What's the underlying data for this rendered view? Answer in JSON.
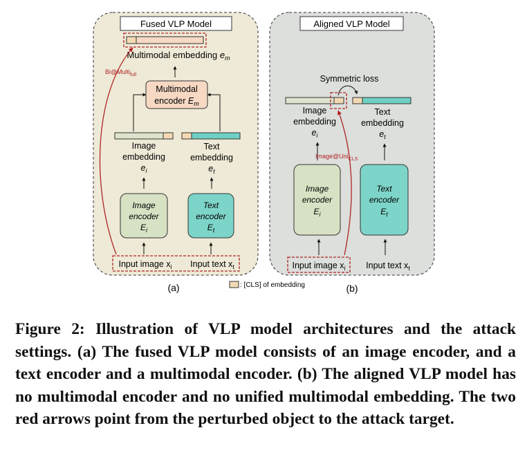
{
  "panel_a": {
    "title": "Fused VLP Model",
    "sublabel": "(a)",
    "multimodal_embedding": "Multimodal embedding",
    "multimodal_embedding_symbol": "e",
    "multimodal_embedding_sub": "m",
    "multimodal_encoder_line1": "Multimodal",
    "multimodal_encoder_line2": "encoder",
    "multimodal_encoder_symbol": "E",
    "multimodal_encoder_sub": "m",
    "image_embedding_line1": "Image",
    "image_embedding_line2": "embedding",
    "image_embedding_symbol": "e",
    "image_embedding_sub": "i",
    "text_embedding_line1": "Text",
    "text_embedding_line2": "embedding",
    "text_embedding_symbol": "e",
    "text_embedding_sub": "t",
    "image_encoder_line1": "Image",
    "image_encoder_line2": "encoder",
    "image_encoder_symbol": "E",
    "image_encoder_sub": "i",
    "text_encoder_line1": "Text",
    "text_encoder_line2": "encoder",
    "text_encoder_symbol": "E",
    "text_encoder_sub": "t",
    "input_image": "Input image x",
    "input_image_sub": "i",
    "input_text": "Input text x",
    "input_text_sub": "t",
    "attack_label": "Bi@Multi",
    "attack_label_sub": "full"
  },
  "panel_b": {
    "title": "Aligned VLP Model",
    "sublabel": "(b)",
    "symmetric_loss": "Symmetric loss",
    "image_embedding_line1": "Image",
    "image_embedding_line2": "embedding",
    "image_embedding_symbol": "e",
    "image_embedding_sub": "i",
    "text_embedding_line1": "Text",
    "text_embedding_line2": "embedding",
    "text_embedding_symbol": "e",
    "text_embedding_sub": "t",
    "image_encoder_line1": "Image",
    "image_encoder_line2": "encoder",
    "image_encoder_symbol": "E",
    "image_encoder_sub": "i",
    "text_encoder_line1": "Text",
    "text_encoder_line2": "encoder",
    "text_encoder_symbol": "E",
    "text_encoder_sub": "t",
    "input_image": "Input image x",
    "input_image_sub": "i",
    "input_text": "Input text x",
    "input_text_sub": "t",
    "attack_label": "Image@Uni",
    "attack_label_sub": "CLS"
  },
  "legend": {
    "text": ": [CLS] of embedding"
  },
  "caption": "Figure 2: Illustration of VLP model architectures and the attack settings. (a) The fused VLP model consists of an image encoder, and a text encoder and a multimodal encoder. (b) The aligned VLP model has no multimodal encoder and no unified multimodal embedding. The two red arrows point from the perturbed object to the attack target.",
  "colors": {
    "panel_a_bg": "#eeead7",
    "panel_b_bg": "#dcdfdc",
    "cls_token": "#f3d9b3",
    "image_embedding": "#dde3cc",
    "text_embedding": "#6fcfc3",
    "multimodal_encoder": "#f6d8c3",
    "image_encoder": "#d7e2c4",
    "text_encoder": "#7dd4c8",
    "attack_red": "#b02323"
  }
}
